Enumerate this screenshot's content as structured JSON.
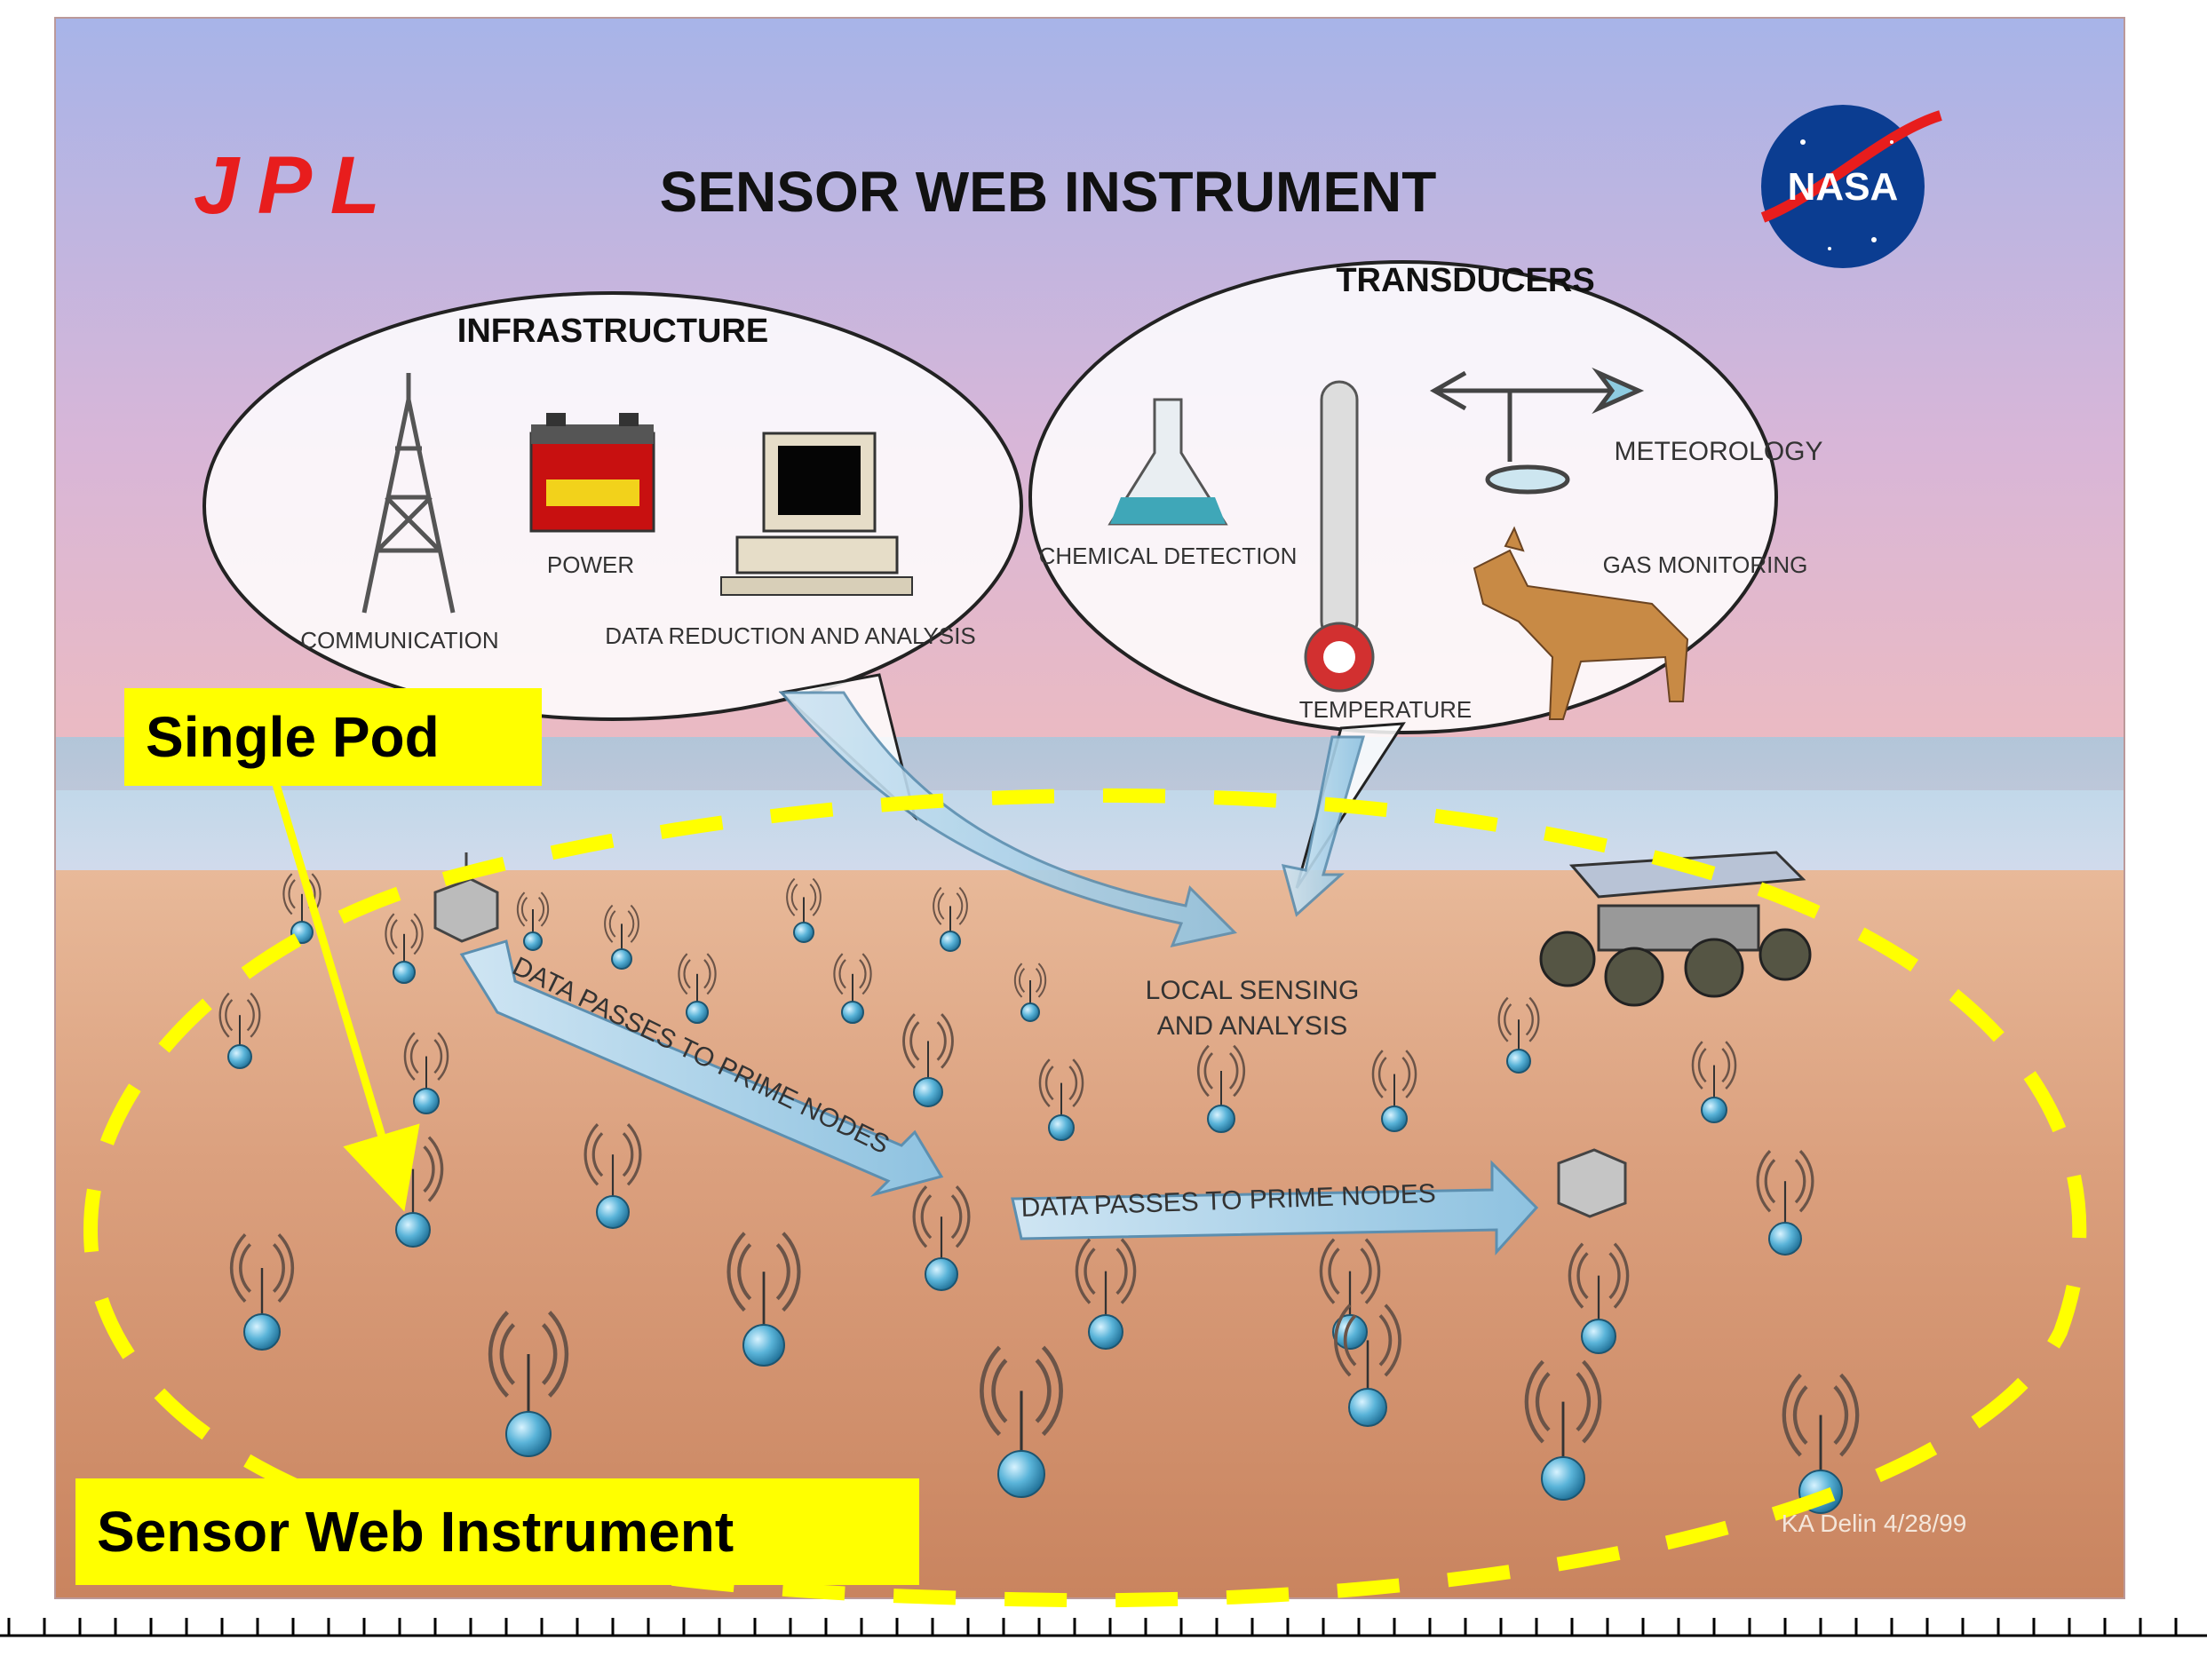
{
  "title": "SENSOR WEB INSTRUMENT",
  "logos": {
    "left": "JPL",
    "right": "NASA"
  },
  "bubbles": {
    "infrastructure": {
      "heading": "INFRASTRUCTURE",
      "items": [
        "COMMUNICATION",
        "POWER",
        "DATA REDUCTION AND ANALYSIS"
      ]
    },
    "transducers": {
      "heading": "TRANSDUCERS",
      "items": [
        "METEOROLOGY",
        "CHEMICAL DETECTION",
        "TEMPERATURE",
        "GAS MONITORING"
      ]
    }
  },
  "ground_labels": {
    "local_sensing_line1": "LOCAL SENSING",
    "local_sensing_line2": "AND ANALYSIS",
    "arrow_upper": "DATA PASSES TO PRIME NODES",
    "arrow_lower": "DATA PASSES TO PRIME NODES"
  },
  "callouts": {
    "single_pod": "Single Pod",
    "sensor_web": "Sensor Web Instrument"
  },
  "credit": "KA Delin 4/28/99",
  "colors": {
    "sky_top": "#a9b3e6",
    "sky_bottom": "#e7b9c8",
    "ground_top": "#dfae8a",
    "ground_bottom": "#c9896a",
    "callout": "#ffff00",
    "jpl_red": "#e81d1d",
    "nasa_blue": "#0b3d91",
    "pod": "#5ab4d9"
  }
}
